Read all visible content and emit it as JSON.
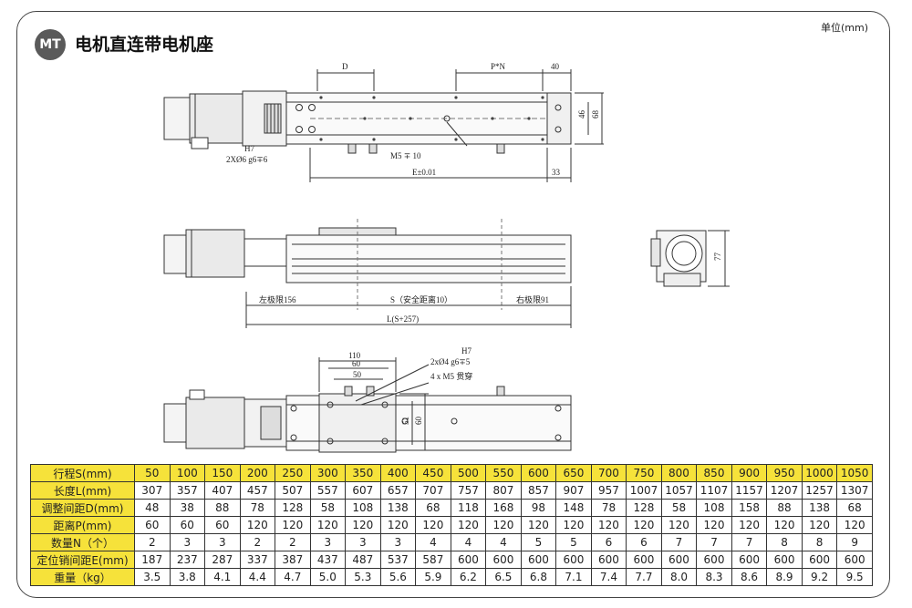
{
  "header": {
    "badge": "MT",
    "title": "电机直连带电机座",
    "unit": "单位(mm)"
  },
  "drawing": {
    "top_view": {
      "dim_d": "D",
      "dim_pn": "P*N",
      "dim_40": "40",
      "dim_46": "46",
      "dim_68": "68",
      "dim_33": "33",
      "dim_e": "E±0.01",
      "note_h7": "H7",
      "note_pin": "2XØ6 g6∓6",
      "note_m5": "M5 ∓ 10"
    },
    "side_view": {
      "left_limit": "左极限156",
      "stroke": "S（安全距离10）",
      "right_limit": "右极限91",
      "length": "L(S+257)"
    },
    "end_view": {
      "dim_77": "77"
    },
    "slider_view": {
      "dim_110": "110",
      "dim_60": "60",
      "dim_50": "50",
      "note_h7": "H7",
      "note_pin": "2xØ4 g6∓5",
      "note_m5": "4 x  M5  贯穿",
      "dim_51": "51",
      "dim_60v": "60"
    }
  },
  "table": {
    "rows": [
      {
        "label": "行程S(mm)",
        "values": [
          "50",
          "100",
          "150",
          "200",
          "250",
          "300",
          "350",
          "400",
          "450",
          "500",
          "550",
          "600",
          "650",
          "700",
          "750",
          "800",
          "850",
          "900",
          "950",
          "1000",
          "1050"
        ]
      },
      {
        "label": "长度L(mm)",
        "values": [
          "307",
          "357",
          "407",
          "457",
          "507",
          "557",
          "607",
          "657",
          "707",
          "757",
          "807",
          "857",
          "907",
          "957",
          "1007",
          "1057",
          "1107",
          "1157",
          "1207",
          "1257",
          "1307"
        ]
      },
      {
        "label": "调整间距D(mm)",
        "values": [
          "48",
          "38",
          "88",
          "78",
          "128",
          "58",
          "108",
          "138",
          "68",
          "118",
          "168",
          "98",
          "148",
          "78",
          "128",
          "58",
          "108",
          "158",
          "88",
          "138",
          "68"
        ]
      },
      {
        "label": "距离P(mm)",
        "values": [
          "60",
          "60",
          "60",
          "120",
          "120",
          "120",
          "120",
          "120",
          "120",
          "120",
          "120",
          "120",
          "120",
          "120",
          "120",
          "120",
          "120",
          "120",
          "120",
          "120",
          "120"
        ]
      },
      {
        "label": "数量N（个）",
        "values": [
          "2",
          "3",
          "3",
          "2",
          "2",
          "3",
          "3",
          "3",
          "4",
          "4",
          "4",
          "5",
          "5",
          "6",
          "6",
          "7",
          "7",
          "7",
          "8",
          "8",
          "9"
        ]
      },
      {
        "label": "定位销间距E(mm)",
        "values": [
          "187",
          "237",
          "287",
          "337",
          "387",
          "437",
          "487",
          "537",
          "587",
          "600",
          "600",
          "600",
          "600",
          "600",
          "600",
          "600",
          "600",
          "600",
          "600",
          "600",
          "600"
        ]
      },
      {
        "label": "重量（kg）",
        "values": [
          "3.5",
          "3.8",
          "4.1",
          "4.4",
          "4.7",
          "5.0",
          "5.3",
          "5.6",
          "5.9",
          "6.2",
          "6.5",
          "6.8",
          "7.1",
          "7.4",
          "7.7",
          "8.0",
          "8.3",
          "8.6",
          "8.9",
          "9.2",
          "9.5"
        ]
      }
    ]
  }
}
